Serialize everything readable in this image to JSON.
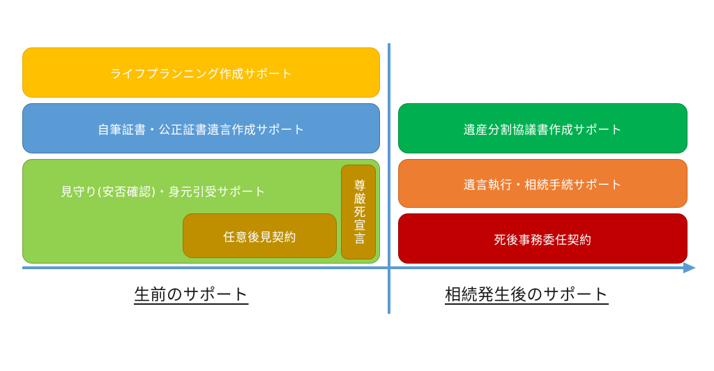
{
  "left_column": {
    "life_planning": "ライフプランニング作成サポート",
    "will_creation": "自筆証書・公正証書遺言作成サポート",
    "watching": "見守り(安否確認)・身元引受サポート",
    "guardianship": "任意後見契約",
    "dignity_death": "尊厳死宣言"
  },
  "right_column": {
    "division": "遺産分割協議書作成サポート",
    "execution": "遺言執行・相続手続サポート",
    "posthumous": "死後事務委任契約"
  },
  "captions": {
    "before": "生前のサポート",
    "after": "相続発生後のサポート"
  },
  "colors": {
    "life_planning": "#FFC000",
    "will_creation": "#5B9BD5",
    "watching": "#92D050",
    "guardianship": "#BF8F00",
    "division": "#00B050",
    "execution": "#ED7D31",
    "posthumous": "#C00000",
    "axis": "#5B9BD5"
  }
}
